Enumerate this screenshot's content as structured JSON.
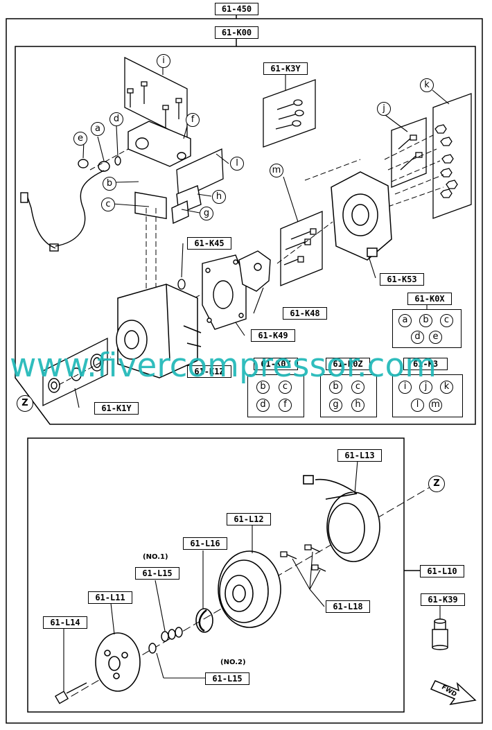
{
  "top_code": "61-450",
  "upper_group": {
    "code": "61-K00",
    "labels": {
      "k3y": "61-K3Y",
      "k45": "61-K45",
      "k48": "61-K48",
      "k49": "61-K49",
      "k53": "61-K53",
      "k0x": "61-K0X",
      "k1y": "61-K1Y",
      "k0y_partial": "61-K0Y",
      "k0z_partial": "61-K0Z",
      "k3_partial": "61-K3",
      "k1z_partial": "61-K1Z"
    },
    "callouts": [
      "a",
      "b",
      "c",
      "d",
      "e",
      "f",
      "g",
      "h",
      "i",
      "j",
      "k",
      "l",
      "m"
    ],
    "view_marker": "Z",
    "kits": {
      "k0x": [
        "a",
        "b",
        "c",
        "d",
        "e"
      ],
      "k0y": [
        "b",
        "c",
        "d",
        "f"
      ],
      "k0z": [
        "b",
        "c",
        "g",
        "h"
      ],
      "k3": [
        "i",
        "j",
        "k",
        "l",
        "m"
      ]
    }
  },
  "lower_group": {
    "code": "61-L10",
    "labels": {
      "l13": "61-L13",
      "l12": "61-L12",
      "l16": "61-L16",
      "l15_top": "61-L15",
      "l15_bottom": "61-L15",
      "l11": "61-L11",
      "l14": "61-L14",
      "l18": "61-L18",
      "k39": "61-K39"
    },
    "notes": {
      "no1": "(NO.1)",
      "no2": "(NO.2)"
    },
    "view_marker": "Z",
    "fwd": "FWD"
  },
  "watermark": "www.fivercompressor.com"
}
